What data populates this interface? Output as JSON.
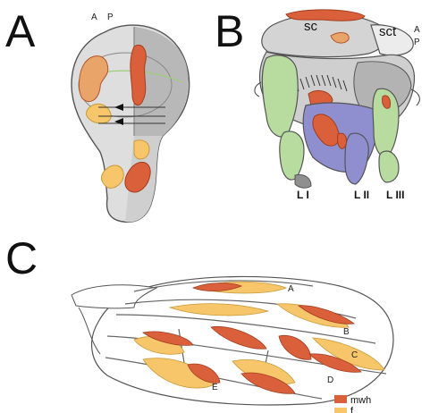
{
  "panels": {
    "a": {
      "letter": "A",
      "anterior": "A",
      "posterior": "P"
    },
    "b": {
      "letter": "B",
      "sc": "sc",
      "sct": "sct",
      "anterior": "A",
      "posterior": "P",
      "legs": [
        "L I",
        "L II",
        "L III"
      ]
    },
    "c": {
      "letter": "C",
      "wing_regions": [
        "A",
        "B",
        "C",
        "D",
        "E"
      ],
      "legend": [
        {
          "label": "mwh",
          "color": "#d9603a"
        },
        {
          "label": "f",
          "color": "#f7c56a"
        }
      ]
    }
  },
  "colors": {
    "clone_red": "#d9603a",
    "clone_orange": "#e9a46a",
    "clone_yellow": "#f7c56a",
    "leg_green": "#b8dba0",
    "leg_blue": "#8f8fd0",
    "tissue_grey": "#d4d4d4",
    "tissue_dark": "#a8a8a8"
  }
}
